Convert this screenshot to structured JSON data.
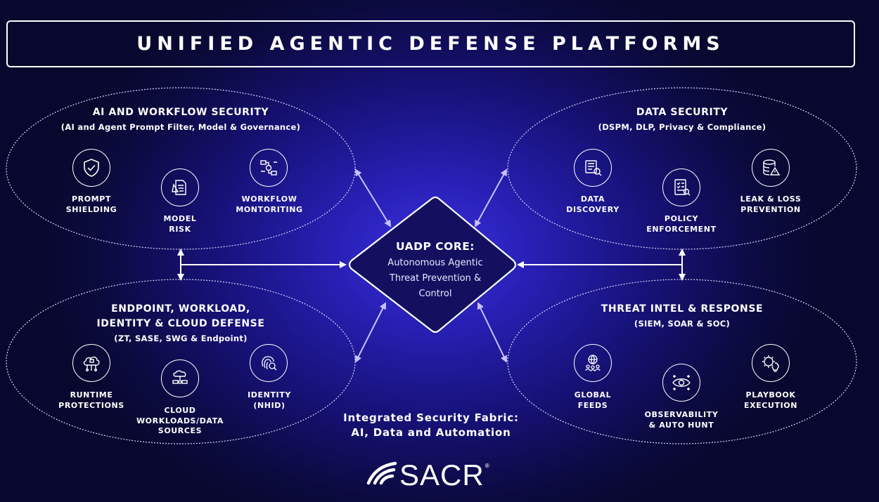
{
  "title": "UNIFIED AGENTIC DEFENSE PLATFORMS",
  "core": {
    "title": "UADP CORE:",
    "desc_lines": [
      "Autonomous Agentic",
      "Threat Prevention &",
      "Control"
    ]
  },
  "fabric_lines": [
    "Integrated Security Fabric:",
    "AI, Data and Automation"
  ],
  "logo_text": "SACR",
  "logo_mark": "®",
  "quadrants": {
    "ai": {
      "title": "AI AND WORKFLOW SECURITY",
      "subtitle": "(AI and Agent Prompt Filter, Model & Governance)",
      "items": [
        {
          "lines": [
            "PROMPT",
            "SHIELDING"
          ],
          "icon": "shield-check-icon"
        },
        {
          "lines": [
            "MODEL",
            "RISK"
          ],
          "icon": "document-alert-icon"
        },
        {
          "lines": [
            "WORKFLOW",
            "MONTORITING"
          ],
          "icon": "workflow-gear-icon"
        }
      ]
    },
    "data": {
      "title": "DATA SECURITY",
      "subtitle": "(DSPM, DLP, Privacy & Compliance)",
      "items": [
        {
          "lines": [
            "DATA",
            "DISCOVERY"
          ],
          "icon": "database-search-icon"
        },
        {
          "lines": [
            "POLICY",
            "ENFORCEMENT"
          ],
          "icon": "policy-checklist-icon"
        },
        {
          "lines": [
            "LEAK & LOSS",
            "PREVENTION"
          ],
          "icon": "database-warning-icon"
        }
      ]
    },
    "endpoint": {
      "title_lines": [
        "ENDPOINT, WORKLOAD,",
        "IDENTITY & CLOUD DEFENSE"
      ],
      "subtitle": "(ZT, SASE, SWG & Endpoint)",
      "items": [
        {
          "lines": [
            "RUNTIME",
            "PROTECTIONS"
          ],
          "icon": "cloud-lock-icon"
        },
        {
          "lines": [
            "CLOUD",
            "WORKLOADS/DATA",
            "SOURCES"
          ],
          "icon": "cloud-network-icon"
        },
        {
          "lines": [
            "IDENTITY",
            "(NHID)"
          ],
          "icon": "fingerprint-search-icon"
        }
      ]
    },
    "threat": {
      "title": "THREAT INTEL & RESPONSE",
      "subtitle": "(SIEM, SOAR & SOC)",
      "items": [
        {
          "lines": [
            "GLOBAL",
            "FEEDS"
          ],
          "icon": "global-users-icon"
        },
        {
          "lines": [
            "OBSERVABILITY",
            "& AUTO HUNT"
          ],
          "icon": "eye-target-icon"
        },
        {
          "lines": [
            "PLAYBOOK",
            "EXECUTION"
          ],
          "icon": "gear-bulb-icon"
        }
      ]
    }
  }
}
